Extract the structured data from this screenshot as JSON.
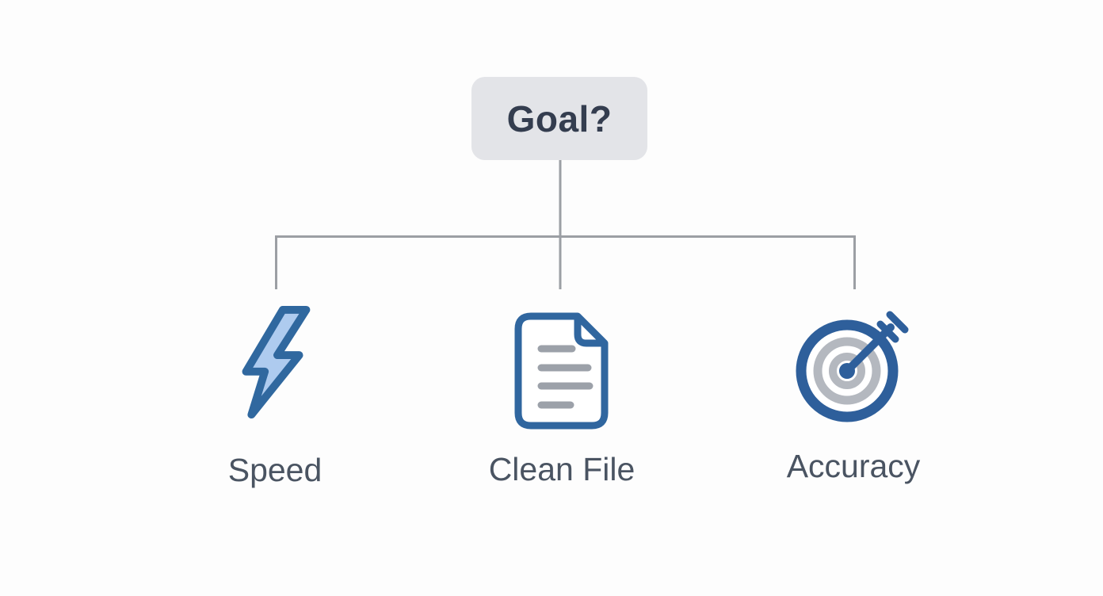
{
  "root": {
    "label": "Goal?"
  },
  "branches": [
    {
      "label": "Speed",
      "icon": "lightning-icon"
    },
    {
      "label": "Clean File",
      "icon": "document-icon"
    },
    {
      "label": "Accuracy",
      "icon": "target-icon"
    }
  ],
  "colors": {
    "background": "#fdfdfd",
    "goal_box_fill": "#e3e4e8",
    "goal_text": "#343d4f",
    "connector_gray": "#9c9fa4",
    "label_text": "#4a5462",
    "icon_blue": "#30689f",
    "icon_light_blue": "#aecbef",
    "icon_ring_gray": "#b4b8bf",
    "doc_line_gray": "#9ca1a9"
  }
}
